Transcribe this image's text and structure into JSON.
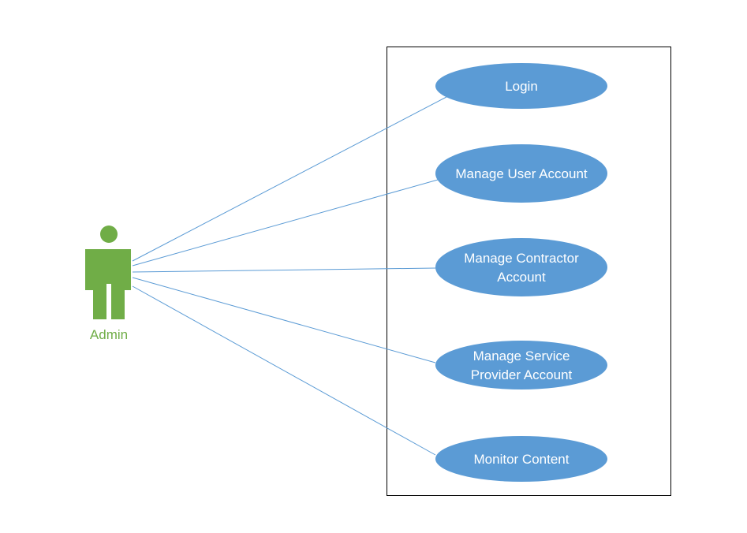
{
  "actor": {
    "name": "Admin",
    "icon": "person-icon",
    "color": "#70ad47"
  },
  "use_cases": [
    {
      "id": "login",
      "lines": [
        "Login"
      ]
    },
    {
      "id": "manage-user-account",
      "lines": [
        "Manage User Account"
      ]
    },
    {
      "id": "manage-contractor-account",
      "lines": [
        "Manage Contractor",
        "Account"
      ]
    },
    {
      "id": "manage-service-provider-account",
      "lines": [
        "Manage Service",
        "Provider Account"
      ]
    },
    {
      "id": "monitor-content",
      "lines": [
        "Monitor Content"
      ]
    }
  ],
  "colors": {
    "use_case_fill": "#5b9bd5",
    "use_case_text": "#ffffff",
    "connector": "#5b9bd5",
    "boundary": "#000000"
  }
}
